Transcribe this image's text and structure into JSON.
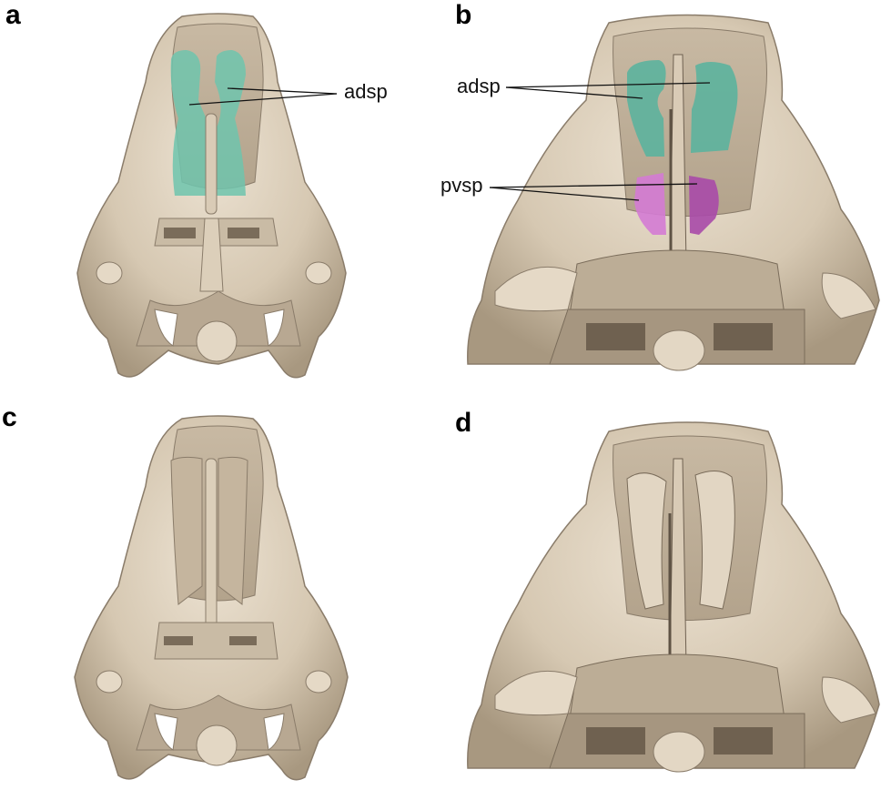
{
  "figure": {
    "colors": {
      "background": "#ffffff",
      "bone": "#d9cbb6",
      "bone_light": "#e8ddcc",
      "bone_shadow": "#8a7c6a",
      "bone_dark": "#5e5244",
      "adsp_fill": "#6fc4ad",
      "pvsp_fill": "#c66bc9",
      "leader_line": "#111111"
    },
    "panels": [
      {
        "id": "a",
        "letter": "a",
        "labels": [
          {
            "text": "adsp"
          }
        ]
      },
      {
        "id": "b",
        "letter": "b",
        "labels": [
          {
            "text": "adsp"
          },
          {
            "text": "pvsp"
          }
        ]
      },
      {
        "id": "c",
        "letter": "c",
        "labels": []
      },
      {
        "id": "d",
        "letter": "d",
        "labels": []
      }
    ]
  }
}
